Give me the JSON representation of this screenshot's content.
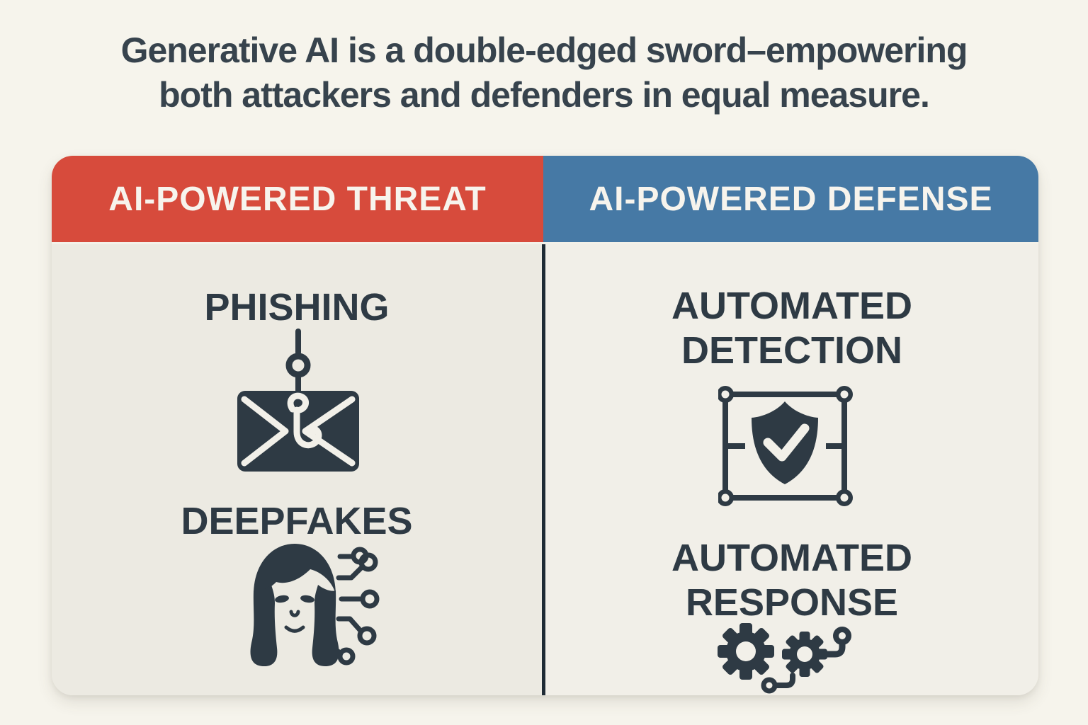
{
  "title": {
    "line1": "Generative AI is a double-edged sword–empowering",
    "line2": "both attackers and defenders in equal measure."
  },
  "table": {
    "columns": [
      {
        "id": "threat",
        "header": "AI-POWERED THREAT",
        "header_bg": "#D74B3C",
        "items": [
          {
            "label": "PHISHING",
            "icon": "phishing-hook-email-icon"
          },
          {
            "label": "DEEPFAKES",
            "icon": "deepfake-face-circuit-icon"
          }
        ]
      },
      {
        "id": "defense",
        "header": "AI-POWERED DEFENSE",
        "header_bg": "#4679A5",
        "items": [
          {
            "label": "AUTOMATED DETECTION",
            "icon": "automated-detection-shield-check-icon"
          },
          {
            "label": "AUTOMATED RESPONSE",
            "icon": "automated-response-gears-icon"
          }
        ]
      }
    ]
  },
  "colors": {
    "page_bg": "#F6F4EC",
    "card_bg_left": "#ECEAE2",
    "card_bg_right": "#F1EFE8",
    "accent_red": "#D74B3C",
    "accent_blue": "#4679A5",
    "divider": "#1F2B35",
    "ink": "#2E3A44",
    "title_ink": "#37434D",
    "icon_cutout": "#F2F0E9"
  }
}
